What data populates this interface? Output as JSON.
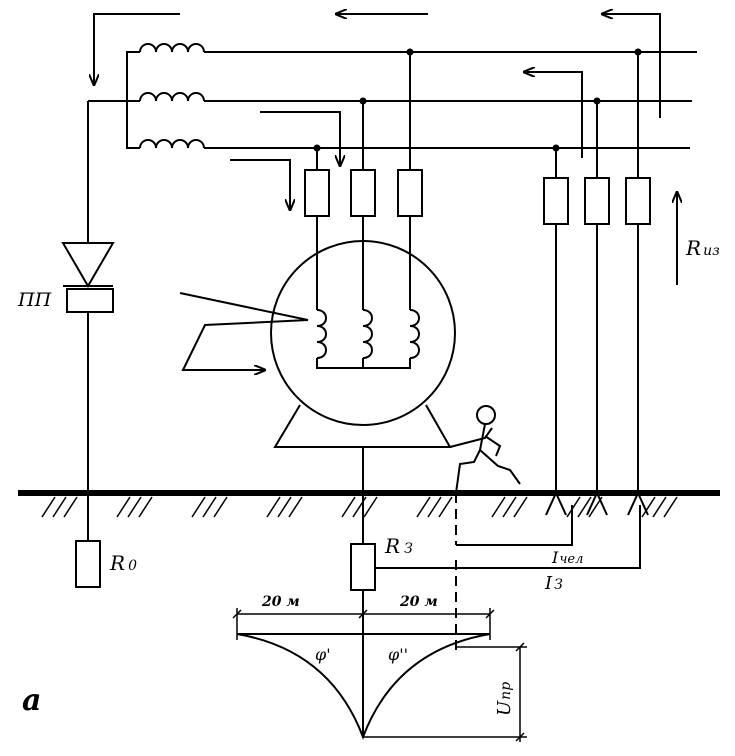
{
  "labels": {
    "pp": "ПП",
    "r_iz": "R",
    "r_iz_sub": "из",
    "r_0": "R",
    "r_0_sub": "0",
    "r_z": "R",
    "r_z_sub": "З",
    "i_chel": "I",
    "i_chel_sub": "чел",
    "i_z": "I",
    "i_z_sub": "З",
    "dist_left": "20 м",
    "dist_right": "20 м",
    "phi_1": "φ'",
    "phi_2": "φ''",
    "u_pr": "U",
    "u_pr_sub": "пр",
    "fig": "а"
  }
}
